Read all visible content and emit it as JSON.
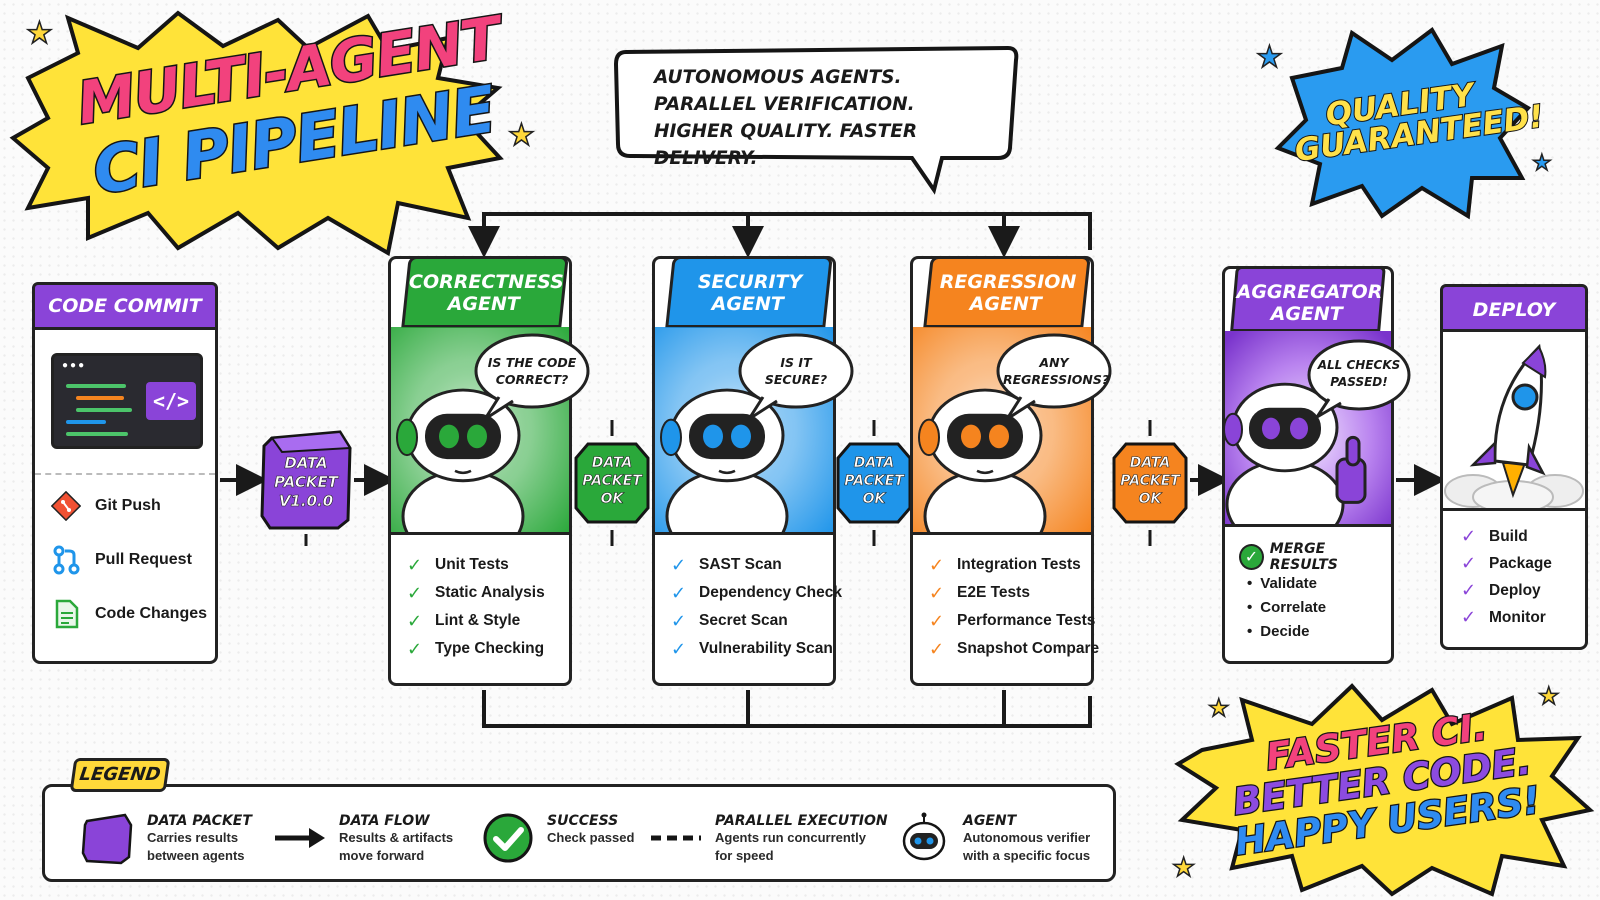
{
  "title": {
    "line1": "MULTI-AGENT",
    "line2": "CI PIPELINE"
  },
  "speech": {
    "line1": "AUTONOMOUS AGENTS.",
    "line2": "PARALLEL VERIFICATION.",
    "line3": "HIGHER QUALITY. FASTER DELIVERY."
  },
  "quality_badge": {
    "line1": "QUALITY",
    "line2": "GUARANTEED!"
  },
  "slogan": {
    "line1": "FASTER CI.",
    "line2": "BETTER CODE.",
    "line3": "HAPPY USERS!"
  },
  "commit": {
    "header": "CODE COMMIT",
    "code_tag": "</>",
    "items": [
      "Git Push",
      "Pull Request",
      "Code Changes"
    ]
  },
  "packets": {
    "first": {
      "line1": "DATA",
      "line2": "PACKET",
      "line3": "v1.0.0"
    },
    "ok": {
      "line1": "DATA",
      "line2": "PACKET",
      "line3": "OK"
    }
  },
  "agents": [
    {
      "header1": "CORRECTNESS",
      "header2": "AGENT",
      "question1": "IS THE CODE",
      "question2": "CORRECT?",
      "checks": [
        "Unit Tests",
        "Static Analysis",
        "Lint & Style",
        "Type Checking"
      ],
      "color": "#2aa83a",
      "check_color": "#2aa83a"
    },
    {
      "header1": "SECURITY",
      "header2": "AGENT",
      "question1": "IS IT",
      "question2": "SECURE?",
      "checks": [
        "SAST Scan",
        "Dependency Check",
        "Secret Scan",
        "Vulnerability Scan"
      ],
      "color": "#1f95ea",
      "check_color": "#1f95ea"
    },
    {
      "header1": "REGRESSION",
      "header2": "AGENT",
      "question1": "ANY",
      "question2": "REGRESSIONS?",
      "checks": [
        "Integration Tests",
        "E2E Tests",
        "Performance Tests",
        "Snapshot Compare"
      ],
      "color": "#f5841f",
      "check_color": "#f5841f"
    }
  ],
  "aggregator": {
    "header1": "AGGREGATOR",
    "header2": "AGENT",
    "question1": "ALL CHECKS",
    "question2": "PASSED!",
    "merge": "MERGE RESULTS",
    "steps": [
      "Validate",
      "Correlate",
      "Decide"
    ]
  },
  "deploy": {
    "header": "DEPLOY",
    "steps": [
      "Build",
      "Package",
      "Deploy",
      "Monitor"
    ]
  },
  "legend": {
    "tag": "LEGEND",
    "items": [
      {
        "title": "DATA PACKET",
        "desc1": "Carries results",
        "desc2": "between agents"
      },
      {
        "title": "DATA FLOW",
        "desc1": "Results & artifacts",
        "desc2": "move forward"
      },
      {
        "title": "SUCCESS",
        "desc1": "Check passed",
        "desc2": ""
      },
      {
        "title": "PARALLEL EXECUTION",
        "desc1": "Agents run concurrently",
        "desc2": "for speed"
      },
      {
        "title": "AGENT",
        "desc1": "Autonomous verifier",
        "desc2": "with a specific focus"
      }
    ]
  },
  "colors": {
    "purple": "#8a44d8",
    "green": "#2aa83a",
    "blue": "#1f95ea",
    "orange": "#f5841f",
    "yellow": "#ffd83a",
    "pink": "#f2427d"
  }
}
